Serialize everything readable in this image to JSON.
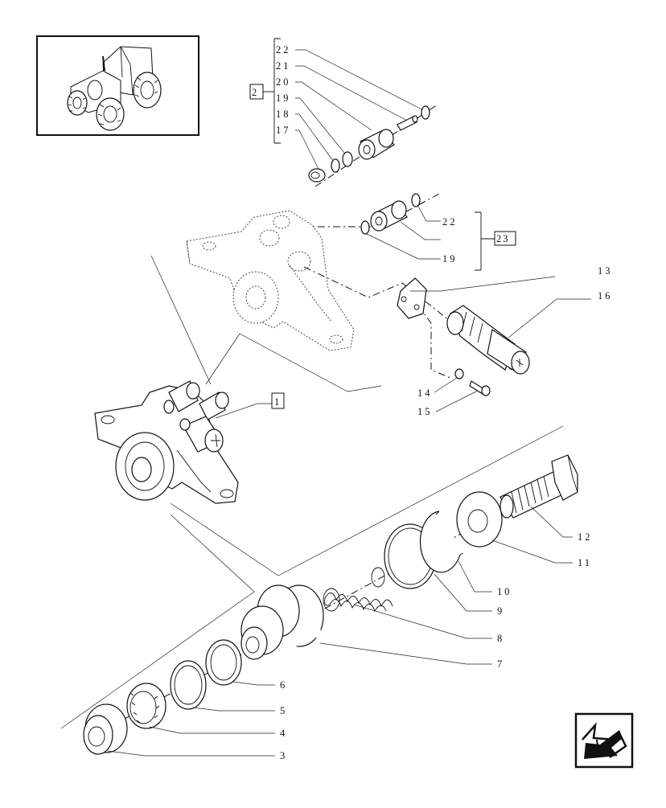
{
  "callouts": {
    "c1": "1",
    "c2": "2",
    "c3": "3",
    "c4": "4",
    "c5": "5",
    "c6": "6",
    "c7": "7",
    "c8": "8",
    "c9": "9",
    "c10": "10",
    "c11": "11",
    "c12": "12",
    "c13": "13",
    "c14": "14",
    "c15": "15",
    "c16": "16",
    "c17": "17",
    "c18": "18",
    "c19a": "19",
    "c20": "20",
    "c21": "21",
    "c22a": "22",
    "c22b": "22",
    "c19b": "19",
    "c23": "23"
  },
  "icons": {
    "thumbnail": "tractor-thumbnail-icon",
    "nav": "next-page-arrow-icon"
  }
}
